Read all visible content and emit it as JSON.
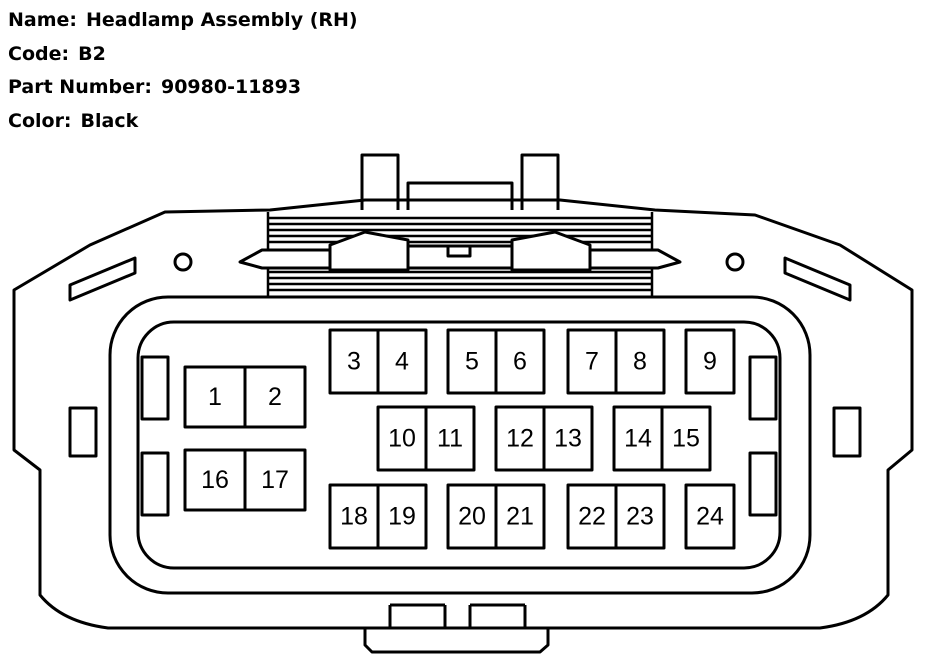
{
  "connector": {
    "name_label": "Name:",
    "name_value": "Headlamp Assembly (RH)",
    "code_label": "Code:",
    "code_value": "B2",
    "part_label": "Part Number:",
    "part_value": "90980-11893",
    "color_label": "Color:",
    "color_value": "Black"
  },
  "pins": [
    {
      "n": "1"
    },
    {
      "n": "2"
    },
    {
      "n": "3"
    },
    {
      "n": "4"
    },
    {
      "n": "5"
    },
    {
      "n": "6"
    },
    {
      "n": "7"
    },
    {
      "n": "8"
    },
    {
      "n": "9"
    },
    {
      "n": "10"
    },
    {
      "n": "11"
    },
    {
      "n": "12"
    },
    {
      "n": "13"
    },
    {
      "n": "14"
    },
    {
      "n": "15"
    },
    {
      "n": "16"
    },
    {
      "n": "17"
    },
    {
      "n": "18"
    },
    {
      "n": "19"
    },
    {
      "n": "20"
    },
    {
      "n": "21"
    },
    {
      "n": "22"
    },
    {
      "n": "23"
    },
    {
      "n": "24"
    }
  ]
}
